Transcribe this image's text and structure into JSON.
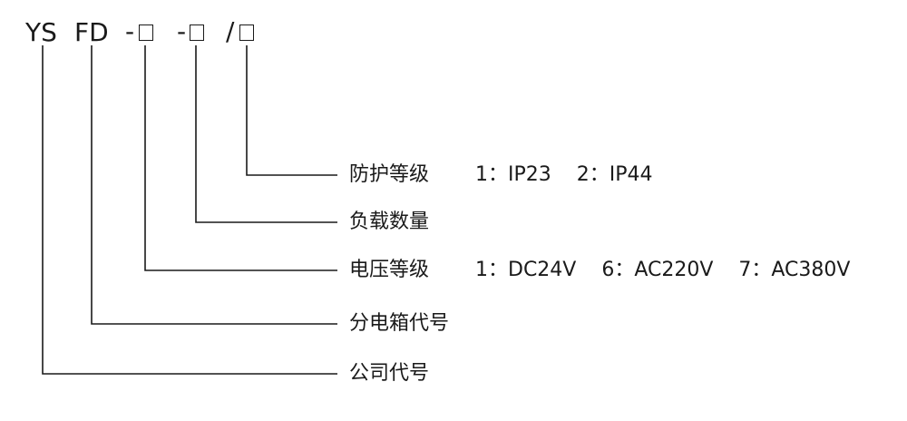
{
  "model_code": {
    "prefix_ys": "YS",
    "prefix_fd": "FD",
    "dash1": "-",
    "dash2": "-",
    "slash": "/"
  },
  "legend": [
    {
      "name": "防护等级",
      "options": "1：IP23    2：IP44"
    },
    {
      "name": "负载数量",
      "options": ""
    },
    {
      "name": "电压等级",
      "options": "1：DC24V    6：AC220V    7：AC380V"
    },
    {
      "name": "分电箱代号",
      "options": ""
    },
    {
      "name": "公司代号",
      "options": ""
    }
  ],
  "colors": {
    "line": "#1a1a1a",
    "text": "#1a1a1a"
  }
}
